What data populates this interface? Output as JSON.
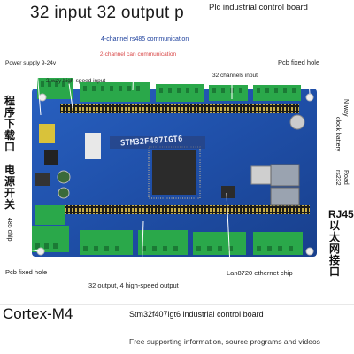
{
  "title": "32 input 32 output p",
  "title_right": "Plc industrial control board",
  "labels": {
    "rs485": "4-channel rs485 communication",
    "can": "2-channel can communication",
    "power": "Power supply 9-24v",
    "hs_input": "2-way high-speed input",
    "channels_input": "32 channels input",
    "pcb_hole_top": "Pcb fixed hole",
    "n_way": "N way",
    "clock_battery": "clock battery",
    "program_download": "程序下载口",
    "power_switch": "电源开关",
    "chip485": "485 chip",
    "road": "Road",
    "rs232": "rs232",
    "rj45": "RJ45以太网接口",
    "pcb_hole_bottom": "Pcb fixed hole",
    "output": "32 output, 4 high-speed output",
    "lan": "Lan8720 ethernet chip",
    "chip_marking": "STM32F407IGT6"
  },
  "footer": {
    "cortex": "Cortex-M4",
    "board": "Stm32f407igt6 industrial control board",
    "free": "Free supporting information, source programs and videos"
  },
  "colors": {
    "board": "#1f4fa8",
    "terminal": "#2aa84a",
    "label_blue": "#1c3f9c",
    "label_red": "#d94a4a"
  }
}
